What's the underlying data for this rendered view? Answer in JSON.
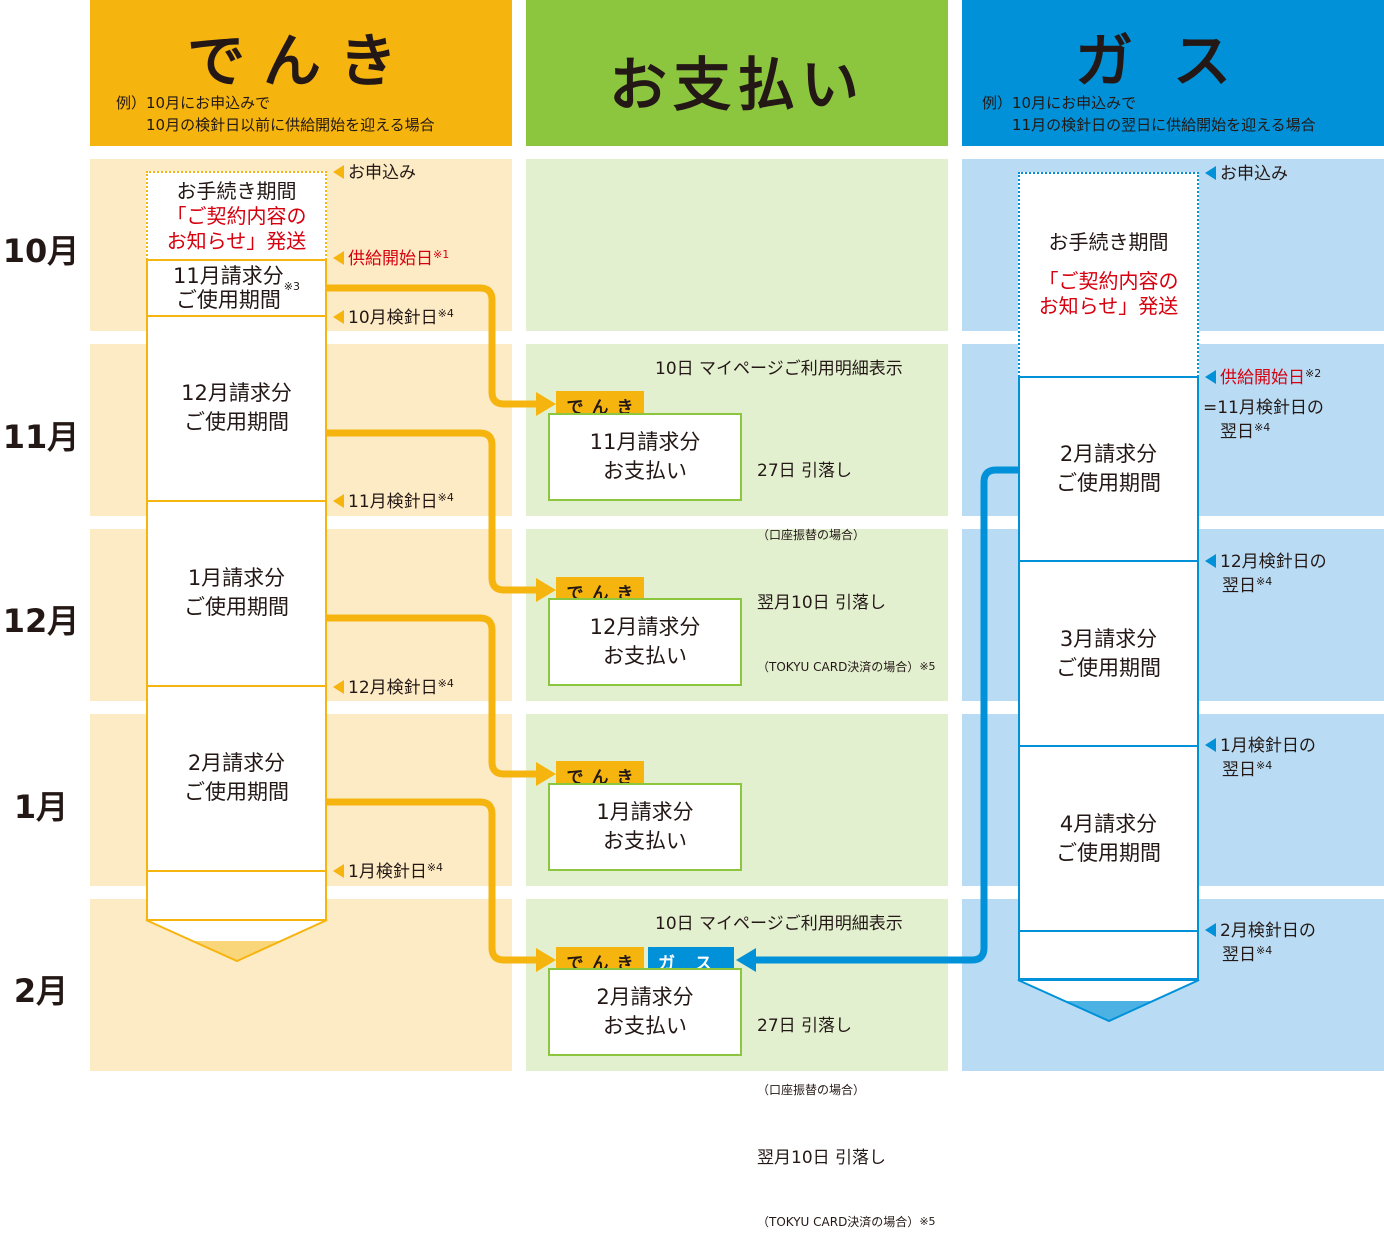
{
  "headers": {
    "denki": {
      "title": "でんき",
      "note": "例）10月にお申込みで\n　　10月の検針日以前に供給開始を迎える場合",
      "color": "#f6b40f"
    },
    "payment": {
      "title": "お支払い",
      "color": "#8cc63f"
    },
    "gas": {
      "title": "ガス",
      "note": "例）10月にお申込みで\n　　11月の検針日の翌日に供給開始を迎える場合",
      "color": "#0091d9"
    }
  },
  "months": [
    "10月",
    "11月",
    "12月",
    "1月",
    "2月"
  ],
  "denki": {
    "procedure_title": "お手続き期間",
    "procedure_notice": "「ご契約内容の\nお知らせ」発送",
    "periods": [
      {
        "label": "11月請求分\nご使用期間",
        "note": "※3"
      },
      {
        "label": "12月請求分\nご使用期間",
        "note": ""
      },
      {
        "label": "1月請求分\nご使用期間",
        "note": ""
      },
      {
        "label": "2月請求分\nご使用期間",
        "note": ""
      }
    ],
    "markers": {
      "apply": "お申込み",
      "start": "供給開始日",
      "start_note": "※1",
      "reading_oct": "10月検針日",
      "reading_nov": "11月検針日",
      "reading_dec": "12月検針日",
      "reading_jan": "1月検針日",
      "reading_note": "※4"
    }
  },
  "payment": {
    "mypage_text": "10日 マイページご利用明細表示",
    "tag_denki": "でんき",
    "tag_gas": "ガス",
    "boxes": [
      "11月請求分\nお支払い",
      "12月請求分\nお支払い",
      "1月請求分\nお支払い",
      "2月請求分\nお支払い"
    ],
    "debit_27": "27日 引落し",
    "debit_27_note": "（口座振替の場合）",
    "debit_10": "翌月10日 引落し",
    "debit_10_note": "（TOKYU CARD決済の場合）",
    "debit_10_ref": "※5"
  },
  "gas": {
    "procedure_title": "お手続き期間",
    "procedure_notice": "「ご契約内容の\nお知らせ」発送",
    "periods": [
      "2月請求分\nご使用期間",
      "3月請求分\nご使用期間",
      "4月請求分\nご使用期間"
    ],
    "markers": {
      "apply": "お申込み",
      "start": "供給開始日",
      "start_note": "※2",
      "start_eq": "=11月検針日の\n　翌日",
      "dec": "12月検針日の\n　翌日",
      "jan": "1月検針日の\n　翌日",
      "feb": "2月検針日の\n　翌日",
      "note": "※4"
    }
  }
}
